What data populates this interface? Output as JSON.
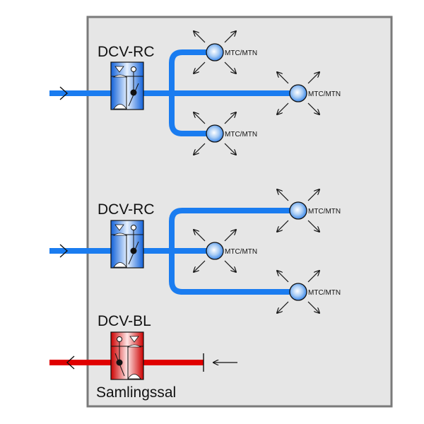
{
  "diagram": {
    "title": "Ventilation schematic",
    "colors": {
      "supply": "#1a7cf0",
      "exhaust": "#e00000",
      "room_fill": "#e6e6e6",
      "room_border": "#7a7a7a"
    },
    "units": [
      {
        "id": "rc1",
        "label": "DCV-RC",
        "type": "supply"
      },
      {
        "id": "rc2",
        "label": "DCV-RC",
        "type": "supply"
      },
      {
        "id": "bl1",
        "label": "DCV-BL",
        "type": "exhaust",
        "room_label": "Samlingssal"
      }
    ],
    "diffusers": [
      {
        "label": "MTC/MTN"
      },
      {
        "label": "MTC/MTN"
      },
      {
        "label": "MTC/MTN"
      },
      {
        "label": "MTC/MTN"
      },
      {
        "label": "MTC/MTN"
      },
      {
        "label": "MTC/MTN"
      }
    ]
  }
}
